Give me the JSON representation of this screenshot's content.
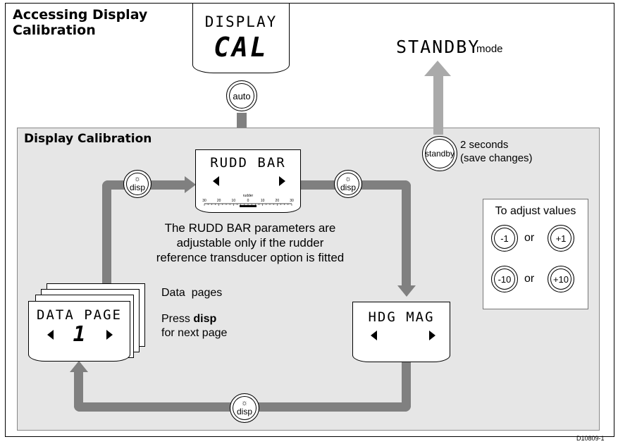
{
  "titles": {
    "main_line1": "Accessing Display",
    "main_line2": "Calibration",
    "panel": "Display Calibration"
  },
  "display_cal": {
    "line1": "DISPLAY",
    "line2": "CAL"
  },
  "standby": {
    "display": "STANDBY",
    "mode": "mode"
  },
  "buttons": {
    "auto": "auto",
    "standby": "standby",
    "disp": "disp",
    "minus1": "-1",
    "plus1": "+1",
    "minus10": "-10",
    "plus10": "+10"
  },
  "standby_note": {
    "line1": "2 seconds",
    "line2": "(save changes)"
  },
  "rudd_bar": {
    "display": "RUDD BAR",
    "scale_label": "rudder",
    "scale_ticks": [
      "30",
      "20",
      "10",
      "0",
      "10",
      "20",
      "30"
    ],
    "note_line1": "The RUDD BAR parameters are",
    "note_line2": "adjustable only if the rudder",
    "note_line3": "reference transducer option is fitted"
  },
  "hdg_mag": {
    "display": "HDG MAG"
  },
  "data_page": {
    "display": "DATA PAGE",
    "number": "1",
    "label": "Data  pages",
    "press": "Press",
    "press_key": "disp",
    "next": "for next page"
  },
  "adjust": {
    "title": "To adjust values",
    "or": "or"
  },
  "figure_id": "D10809-1",
  "colors": {
    "panel_bg": "#e6e6e6",
    "flow_arrow": "#808080",
    "standby_arrow": "#aaaaaa"
  }
}
